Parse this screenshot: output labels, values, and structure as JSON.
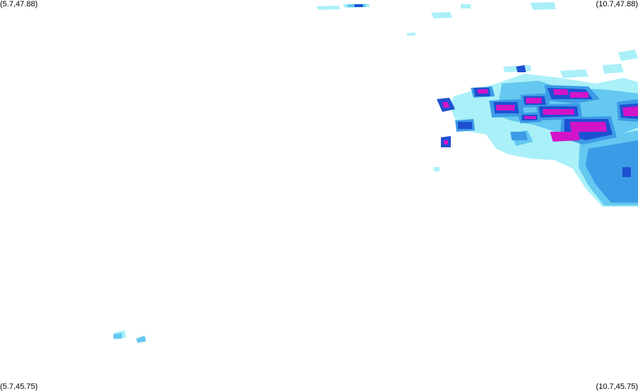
{
  "map": {
    "corner_labels": {
      "top_left": "(5.7,47.88)",
      "top_right": "(10.7,47.88)",
      "bottom_left": "(5.7,45.75)",
      "bottom_right": "(10.7,45.75)"
    },
    "bounds": {
      "lon_min": 5.7,
      "lon_max": 10.7,
      "lat_min": 45.75,
      "lat_max": 47.88
    },
    "colors": {
      "light": "#aaf0f8",
      "light_mid": "#64c8f0",
      "mid": "#3c9be6",
      "dark": "#1e50d2",
      "intense": "#d214c8",
      "background": "#ffffff"
    }
  }
}
